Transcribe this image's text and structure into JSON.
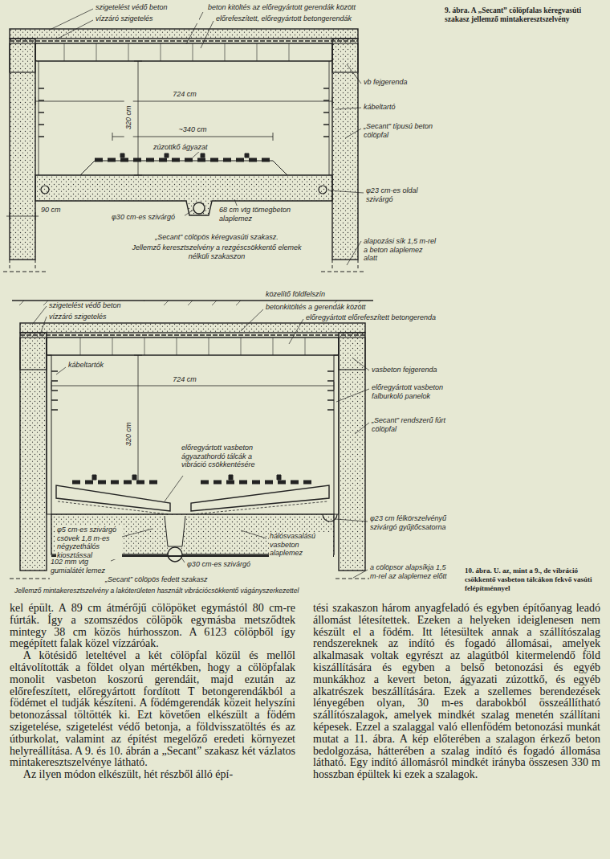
{
  "diagram": {
    "caption": "9. ábra. A „Secant” cölöpfalas kéregvasúti szakasz jellemző mintakeresztszelvény",
    "labels": [
      "szigetelést védő beton",
      "vízzáró szigetelés",
      "beton kitöltés az előregyártott gerendák között",
      "előrefeszített, előregyártott betongerendák",
      "vb fejgerenda",
      "kábeltartó",
      "„Secant” típusú beton cölöpfal",
      "724 cm",
      "320 cm",
      "~340 cm",
      "zúzottkő ágyazat",
      "φ23 cm-es oldal szivárgó",
      "90 cm",
      "φ30 cm-es szivárgó",
      "68 cm vtg tömegbeton alaplemez",
      "„Secant” cölöpös kéregvasúti szakasz.",
      "Jellemző keresztszelvény a rezgéscsökkentő elemek nélküli szakaszon",
      "alapozási sík 1,5 m-rel a beton alaplemez alatt",
      "közelítő földfelszín",
      "szigetelést védő beton",
      "vízzáró szigetelés",
      "betonkitöltés a gerendák között",
      "előregyártott előrefeszített betongerenda",
      "vasbeton fejgerenda",
      "kábeltartók",
      "724 cm",
      "320 cm",
      "előregyártott vasbeton falburkoló panelok",
      "„Secant” rendszerű fúrt cölöpfal",
      "előregyártott vasbeton ágyazathordó tálcák a vibráció csökkentésére",
      "φ23 cm félkörszelvényű szivárgó gyűjtőcsatorna",
      "hálósvasalású vasbeton alaplemez",
      "φ5 cm-es szivárgó csövek 1,8 m-es négyzethálós kiosztással",
      "102 mm vtg gumialátét lemez",
      "φ30 cm-es szivárgó",
      "a cölöpsor alapsíkja 1,5 m-rel az alaplemez előtt",
      "„Secant” cölöpös fedett szakasz",
      "Jellemző mintakeresztszelvény a lakóterületen használt vibrációcsökkentő vágányszerkezettel",
      "10. ábra. U. az, mint a 9., de vibráció csökkentő vasbeton tálcákon fekvő vasúti felépítménnyel",
      "kel épült. A 89 cm átmérőjű cölöpöket egymástól 80 cm-re fúrták. Így a szomszédos cölöpök egymásba metsződtek mintegy 38 cm közös húrhosszon. A 6123 cölöpből így megépített falak közel vízzáróak.",
      "A kötésidő leteltével a két cölöpfal közül és mellől eltávolították a földet olyan mértékben, hogy a cölöpfalak monolit vasbeton koszorú gerendáit, majd ezután az előrefeszített, előregyártott fordított T betongerendákból a födémet el tudják készíteni. A födémgerendák közeit helyszíni betonozással töltötték ki. Ezt követően elkészült a födém szigetelése, szigetelést védő betonja, a földvisszatöltés és az útburkolat, valamint az építést megelőző eredeti környezet helyreállítása. A 9. és 10. ábrán a „Secant” szakasz két vázlatos mintakeresztszelvénye látható.",
      "Az ilyen módon elkészült, hét részből álló épí-",
      "tési szakaszon három anyagfeladó és egyben építőanyag leadó állomást létesítettek. Ezeken a helyeken ideiglenesen nem készült el a födém. Itt létesültek annak a szállítószalag rendszereknek az indító és fogadó állomásai, amelyek alkalmasak voltak egyrészt az alagútból kitermelendő föld kiszállítására és egyben a belső betonozási és egyéb munkákhoz a kevert beton, ágyazati zúzottkő, és egyéb alkatrészek beszállítására. Ezek a szellemes berendezések lényegében olyan, 30 m-es darabokból összeállítható szállítószalagok, amelyek mindkét szalag menetén szállítani képesek. Ezzel a szalaggal való ellenfödém betonozási munkát mutat a 11. ábra. A kép előterében a szalagon érkező beton bedolgozása, hátterében a szalag indító és fogadó állomása látható. Egy indító állomásról mindkét irányba összesen 330 m hosszban épültek ki ezek a szalagok."
    ]
  }
}
